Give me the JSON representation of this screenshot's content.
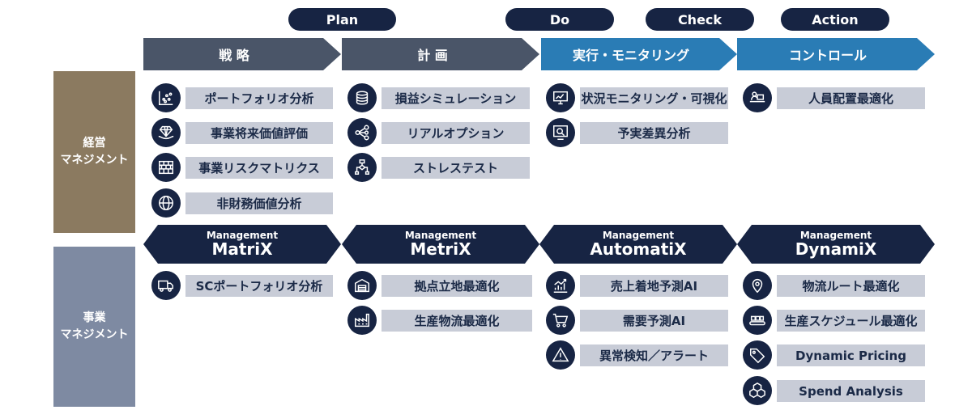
{
  "pdca": [
    "Plan",
    "Do",
    "Check",
    "Action"
  ],
  "phases": [
    "戦 略",
    "計 画",
    "実行・モニタリング",
    "コントロール"
  ],
  "rows": {
    "management": "経営\nマネジメント",
    "business": "事業\nマネジメント"
  },
  "products": [
    {
      "prefix": "Management",
      "name": "MatriX"
    },
    {
      "prefix": "Management",
      "name": "MetriX"
    },
    {
      "prefix": "Management",
      "name": "AutomatiX"
    },
    {
      "prefix": "Management",
      "name": "DynamiX"
    }
  ],
  "management_items": {
    "col1": [
      {
        "label": "ポートフォリオ分析",
        "icon": "scatter-chart-icon"
      },
      {
        "label": "事業将来価値評価",
        "icon": "diamond-hand-icon"
      },
      {
        "label": "事業リスクマトリクス",
        "icon": "brick-wall-fire-icon"
      },
      {
        "label": "非財務価値分析",
        "icon": "esg-globe-icon"
      }
    ],
    "col2": [
      {
        "label": "損益シミュレーション",
        "icon": "coin-stack-icon"
      },
      {
        "label": "リアルオプション",
        "icon": "network-nodes-icon"
      },
      {
        "label": "ストレステスト",
        "icon": "flowchart-icon"
      }
    ],
    "col3": [
      {
        "label": "状況モニタリング・可視化",
        "icon": "monitor-user-icon"
      },
      {
        "label": "予実差異分析",
        "icon": "magnifier-screen-icon"
      }
    ],
    "col4": [
      {
        "label": "人員配置最適化",
        "icon": "desk-worker-icon"
      }
    ]
  },
  "business_items": {
    "col1": [
      {
        "label": "SCポートフォリオ分析",
        "icon": "truck-icon"
      }
    ],
    "col2": [
      {
        "label": "拠点立地最適化",
        "icon": "warehouse-icon"
      },
      {
        "label": "生産物流最適化",
        "icon": "factory-icon"
      }
    ],
    "col3": [
      {
        "label": "売上着地予測AI",
        "icon": "growth-chart-icon"
      },
      {
        "label": "需要予測AI",
        "icon": "shopping-cart-icon"
      },
      {
        "label": "異常検知／アラート",
        "icon": "warning-icon"
      }
    ],
    "col4": [
      {
        "label": "物流ルート最適化",
        "icon": "map-pin-icon"
      },
      {
        "label": "生産スケジュール最適化",
        "icon": "conveyor-icon"
      },
      {
        "label": "Dynamic Pricing",
        "icon": "price-tag-icon"
      },
      {
        "label": "Spend Analysis",
        "icon": "cubes-icon"
      }
    ]
  },
  "colors": {
    "navy": "#172443",
    "phase_gray": "#4a5568",
    "phase_blue": "#2a7cb5",
    "row_management": "#8b7a60",
    "row_business": "#7e8aa2",
    "label_bg": "#c8ccd7"
  }
}
